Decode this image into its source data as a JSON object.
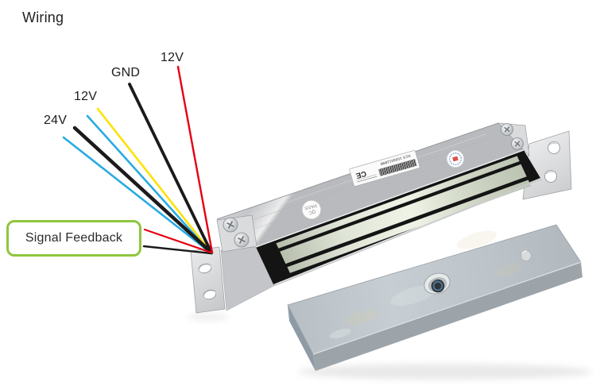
{
  "title": "Wiring",
  "wire_labels": {
    "top_12v": "12V",
    "gnd": "GND",
    "mid_12v": "12V",
    "bottom_24v": "24V"
  },
  "callout": {
    "text": "Signal Feedback"
  },
  "stickers": {
    "qc_line1": "QC",
    "qc_line2": "PASS",
    "ce_mark": "CE",
    "serial": "SCS 100601289B"
  },
  "colors": {
    "wire_red": "#e60012",
    "wire_black": "#1b1b1b",
    "wire_yellow": "#ffe100",
    "wire_blue": "#29abe2",
    "callout_border": "#8fc63e"
  }
}
